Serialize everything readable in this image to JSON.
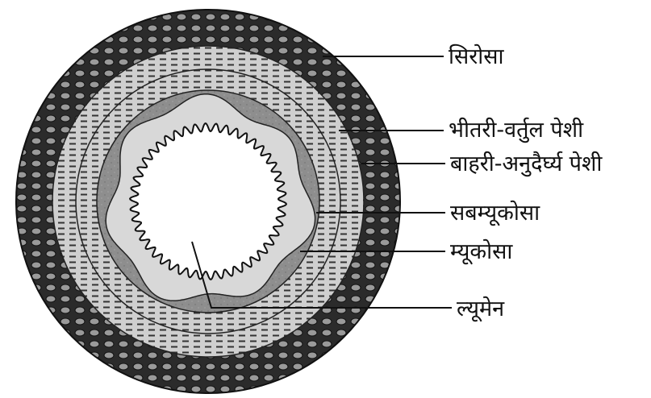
{
  "labels": {
    "serosa": "सिरोसा",
    "inner_circular": "भीतरी-वर्तुल पेशी",
    "outer_longitudinal": "बाहरी-अनुदैर्घ्य पेशी",
    "submucosa": "सबम्यूकोसा",
    "mucosa": "म्यूकोसा",
    "lumen": "ल्यूमेन"
  },
  "colors": {
    "serosa": "#2b2b2b",
    "muscle_band": "#cfcfcf",
    "submucosa": "#8e8e8e",
    "mucosa": "#d8d8d8",
    "lumen": "#ffffff",
    "ink": "#111111"
  }
}
